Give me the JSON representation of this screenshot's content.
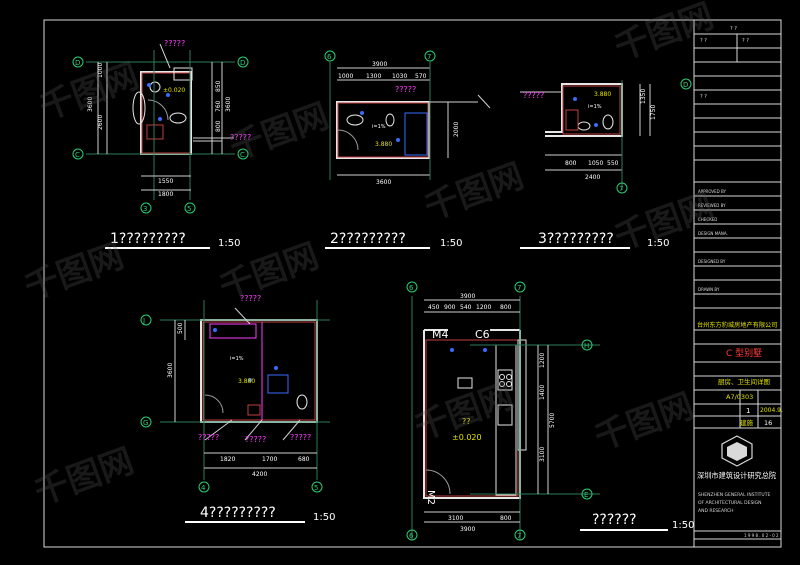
{
  "drawings": [
    {
      "caption": "1?????????",
      "scale": "1:50",
      "callout": "?????",
      "dims_top": [],
      "dims_bottom": [
        "1550",
        "1800"
      ],
      "dims_left": [
        "3600"
      ],
      "dims_right": [
        "1000",
        "850",
        "760",
        "800",
        "2600",
        "3600"
      ],
      "axes": [
        "D",
        "C",
        "3",
        "5"
      ],
      "level": "±0.020"
    },
    {
      "caption": "2?????????",
      "scale": "1:50",
      "callout": "?????",
      "dims_top": [
        "3900",
        "1000",
        "1300",
        "1030",
        "570"
      ],
      "dims_bottom": [
        "3600"
      ],
      "dims_right": [
        "2000"
      ],
      "axes": [
        "6",
        "7"
      ],
      "level": "3.880",
      "note": "i=1%"
    },
    {
      "caption": "3?????????",
      "scale": "1:50",
      "callout": "?????",
      "dims_bottom": [
        "800",
        "1050",
        "550",
        "2400"
      ],
      "dims_right": [
        "1350",
        "1750"
      ],
      "axes": [
        "7",
        "D"
      ],
      "level": "3.880",
      "note": "i=1%"
    },
    {
      "caption": "4?????????",
      "scale": "1:50",
      "callout": "?????",
      "dims_bottom": [
        "1820",
        "1700",
        "680",
        "4200"
      ],
      "dims_left": [
        "500",
        "3600"
      ],
      "axes": [
        "J",
        "G",
        "4",
        "5"
      ],
      "level": "3.880",
      "note": "i=1%",
      "labels_bottom": [
        "?????",
        "?????",
        "?????"
      ]
    },
    {
      "caption": "??????",
      "scale": "1:50",
      "dims_top": [
        "3900",
        "450",
        "900",
        "540",
        "1200",
        "800"
      ],
      "dims_bottom": [
        "3900",
        "3100",
        "800"
      ],
      "dims_right": [
        "1200",
        "1400",
        "3100",
        "5700"
      ],
      "axes": [
        "6",
        "7",
        "H",
        "E"
      ],
      "level": "±0.020",
      "room": "??",
      "tag_m4": "M4",
      "tag_c6": "C6",
      "tag_m2": "M2"
    }
  ],
  "title_block": {
    "top_labels": [
      "? ?",
      "? ?",
      "? ?",
      "? ?"
    ],
    "rows": [
      "APPROVED BY",
      "REVIEWED BY",
      "CHECKED",
      "DESIGN MANA.",
      "DESIGNED BY",
      "DRAWN BY"
    ],
    "client": "台州东方豹城房地产有限公司",
    "project": "C 型别墅",
    "drawing_title": "厨房、卫生间详图",
    "drawing_no": "A7/0303",
    "sheet_no": "1",
    "date": "2004.9.",
    "discipline": "建施",
    "sheet_total": "16",
    "institute_cn": "深圳市建筑设计研究总院",
    "institute_en": [
      "SHENZHEN GENERAL INSTITUTE",
      "OF ARCHITECTURAL DESIGN",
      "AND RESEARCH"
    ],
    "footer": "1 9 9 8 . 0 2 - 0 2"
  },
  "watermark": "千图网"
}
